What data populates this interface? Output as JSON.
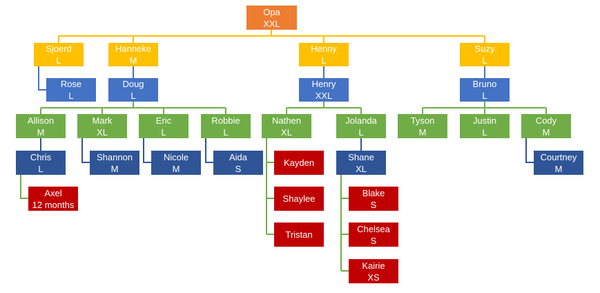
{
  "colors": {
    "orange": "#ED7D31",
    "gold": "#FFC000",
    "blue": "#4472C4",
    "navy": "#2F5597",
    "green": "#70AD47",
    "red": "#C00000"
  },
  "nodes": {
    "opa": {
      "name": "Opa",
      "size": "XXL"
    },
    "sjoerd": {
      "name": "Sjoerd",
      "size": "L"
    },
    "hanneke": {
      "name": "Hanneke",
      "size": "M"
    },
    "henny": {
      "name": "Henny",
      "size": "L"
    },
    "suzy": {
      "name": "Suzy",
      "size": "L"
    },
    "rose": {
      "name": "Rose",
      "size": "L"
    },
    "doug": {
      "name": "Doug",
      "size": "L"
    },
    "henry": {
      "name": "Henry",
      "size": "XXL"
    },
    "bruno": {
      "name": "Bruno",
      "size": "L"
    },
    "allison": {
      "name": "Allison",
      "size": "M"
    },
    "mark": {
      "name": "Mark",
      "size": "XL"
    },
    "eric": {
      "name": "Eric",
      "size": "L"
    },
    "robbie": {
      "name": "Robbie",
      "size": "L"
    },
    "nathen": {
      "name": "Nathen",
      "size": "XL"
    },
    "jolanda": {
      "name": "Jolanda",
      "size": "L"
    },
    "tyson": {
      "name": "Tyson",
      "size": "M"
    },
    "justin": {
      "name": "Justin",
      "size": "L"
    },
    "cody": {
      "name": "Cody",
      "size": "M"
    },
    "chris": {
      "name": "Chris",
      "size": "L"
    },
    "shannon": {
      "name": "Shannon",
      "size": "M"
    },
    "nicole": {
      "name": "Nicole",
      "size": "M"
    },
    "aida": {
      "name": "Aida",
      "size": "S"
    },
    "kayden": {
      "name": "Kayden"
    },
    "shaylee": {
      "name": "Shaylee"
    },
    "tristan": {
      "name": "Tristan"
    },
    "shane": {
      "name": "Shane",
      "size": "XL"
    },
    "courtney": {
      "name": "Courtney",
      "size": "M"
    },
    "axel": {
      "name": "Axel",
      "size": "12 months"
    },
    "blake": {
      "name": "Blake",
      "size": "S"
    },
    "chelsea": {
      "name": "Chelsea",
      "size": "S"
    },
    "kairie": {
      "name": "Kairie",
      "size": "XS"
    }
  }
}
